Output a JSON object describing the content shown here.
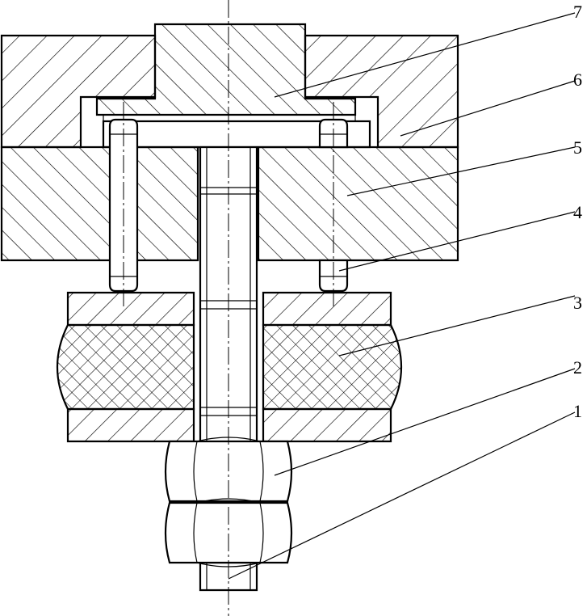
{
  "callouts": [
    {
      "id": "part-1",
      "label": "1"
    },
    {
      "id": "part-2",
      "label": "2"
    },
    {
      "id": "part-3",
      "label": "3"
    },
    {
      "id": "part-4",
      "label": "4"
    },
    {
      "id": "part-5",
      "label": "5"
    },
    {
      "id": "part-6",
      "label": "6"
    },
    {
      "id": "part-7",
      "label": "7"
    }
  ],
  "colors": {
    "line": "#000000",
    "background": "#ffffff"
  }
}
